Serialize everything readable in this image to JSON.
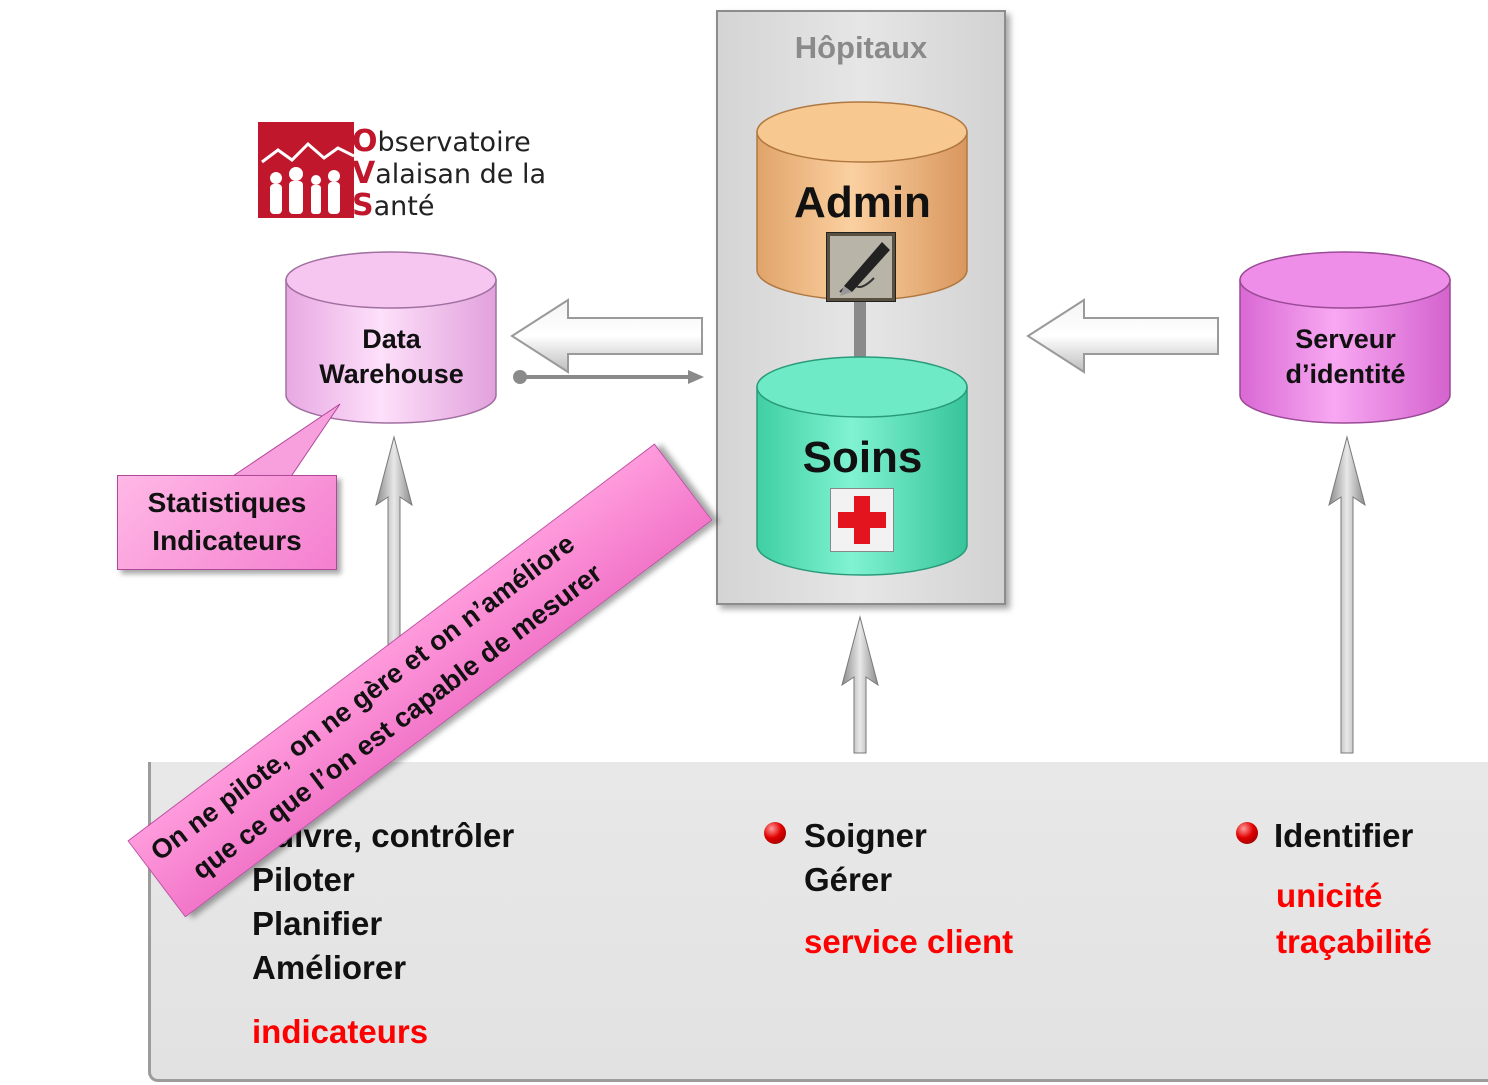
{
  "hospital": {
    "title": "Hôpitaux",
    "admin_label": "Admin",
    "soins_label": "Soins"
  },
  "data_warehouse": {
    "line1": "Data",
    "line2": "Warehouse"
  },
  "identity_server": {
    "line1": "Serveur",
    "line2": "d’identité"
  },
  "logo": {
    "letters": [
      "O",
      "V",
      "S"
    ],
    "lines": [
      "bservatoire",
      "alaisan de la",
      "anté"
    ]
  },
  "callout": {
    "line1": "Statistiques",
    "line2": "Indicateurs"
  },
  "banner": {
    "line1": "On ne pilote, on ne gère et on n’améliore",
    "line2": "que ce que l’on est capable de mesurer"
  },
  "columns": {
    "left": {
      "items": [
        "Suivre, contrôler",
        "Piloter",
        "Planifier",
        "Améliorer"
      ],
      "highlight": "indicateurs"
    },
    "middle": {
      "items": [
        "Soigner",
        "Gérer"
      ],
      "highlight": "service client"
    },
    "right": {
      "items": [
        "Identifier"
      ],
      "highlight1": "unicité",
      "highlight2": "traçabilité"
    }
  },
  "colors": {
    "admin": "#f5c08a",
    "soins": "#62e6c0",
    "warehouse": "#f7c7f2",
    "identity": "#ee86e8",
    "callout": "#f7a0dd",
    "highlight": "#ff0000"
  },
  "icons": {
    "admin_icon": "pen-writing-icon",
    "soins_icon": "red-cross-icon",
    "bullet": "red-ball-bullet-icon"
  }
}
